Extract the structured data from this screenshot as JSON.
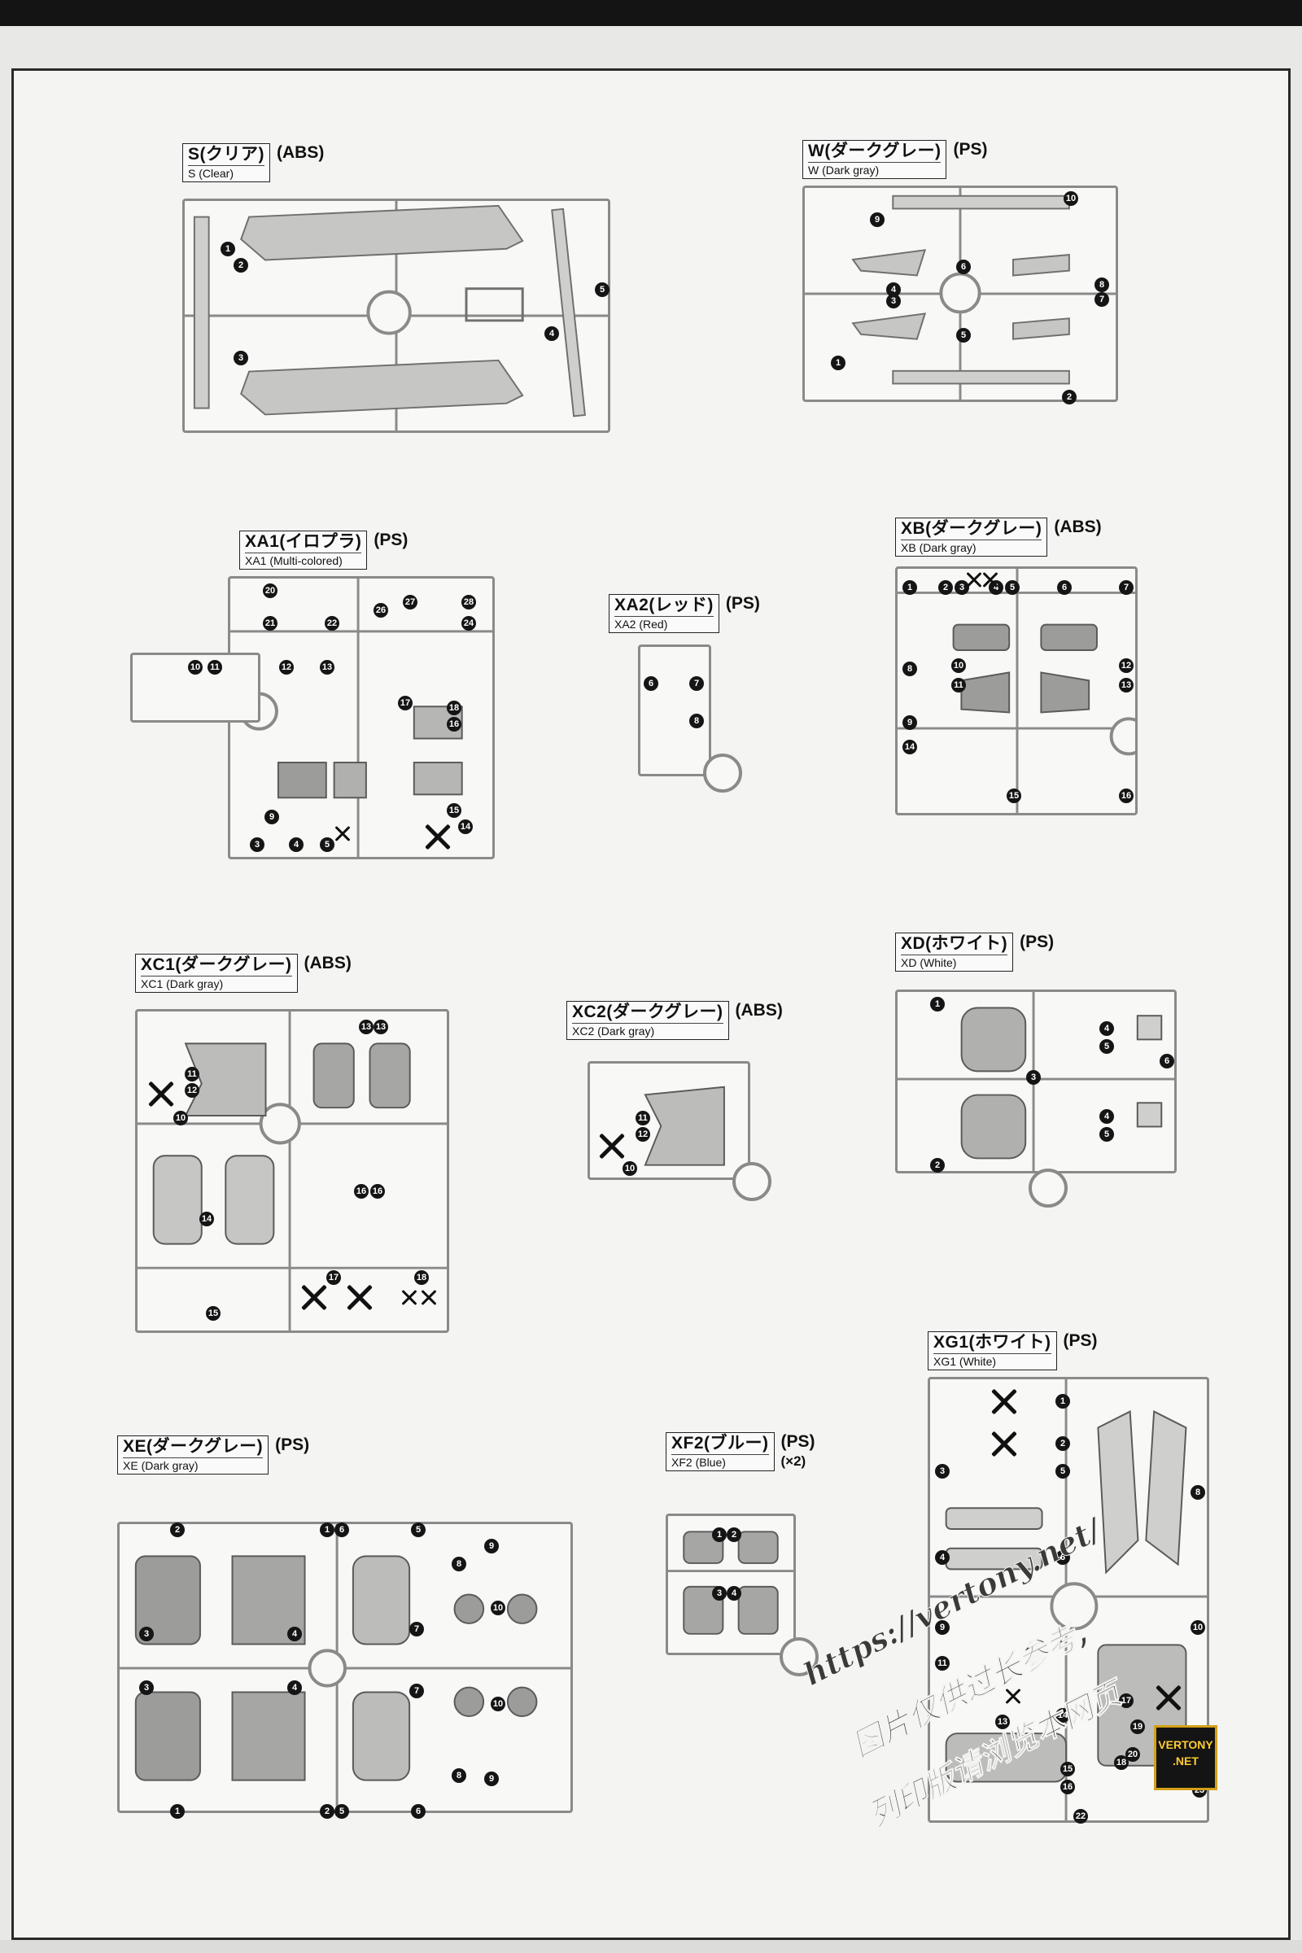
{
  "sprues": [
    {
      "id": "s",
      "jp": "S(クリア)",
      "en": "S (Clear)",
      "material": "(ABS)",
      "qty": ""
    },
    {
      "id": "w",
      "jp": "W(ダークグレー)",
      "en": "W (Dark gray)",
      "material": "(PS)",
      "qty": ""
    },
    {
      "id": "xa1",
      "jp": "XA1(イロプラ)",
      "en": "XA1 (Multi-colored)",
      "material": "(PS)",
      "qty": ""
    },
    {
      "id": "xa2",
      "jp": "XA2(レッド)",
      "en": "XA2 (Red)",
      "material": "(PS)",
      "qty": ""
    },
    {
      "id": "xb",
      "jp": "XB(ダークグレー)",
      "en": "XB (Dark gray)",
      "material": "(ABS)",
      "qty": ""
    },
    {
      "id": "xc1",
      "jp": "XC1(ダークグレー)",
      "en": "XC1 (Dark gray)",
      "material": "(ABS)",
      "qty": ""
    },
    {
      "id": "xc2",
      "jp": "XC2(ダークグレー)",
      "en": "XC2 (Dark gray)",
      "material": "(ABS)",
      "qty": ""
    },
    {
      "id": "xd",
      "jp": "XD(ホワイト)",
      "en": "XD (White)",
      "material": "(PS)",
      "qty": ""
    },
    {
      "id": "xe",
      "jp": "XE(ダークグレー)",
      "en": "XE (Dark gray)",
      "material": "(PS)",
      "qty": ""
    },
    {
      "id": "xf2",
      "jp": "XF2(ブルー)",
      "en": "XF2 (Blue)",
      "material": "(PS)",
      "qty": "(×2)"
    },
    {
      "id": "xg1",
      "jp": "XG1(ホワイト)",
      "en": "XG1 (White)",
      "material": "(PS)",
      "qty": ""
    }
  ],
  "watermark": {
    "url": "https://vertony.net/",
    "line1": "图片仅供过长参考,",
    "line2": "列印版请浏览本网页"
  },
  "badge": {
    "line1": "VERTONY",
    "line2": ".NET",
    "color": "#ffcc33"
  }
}
